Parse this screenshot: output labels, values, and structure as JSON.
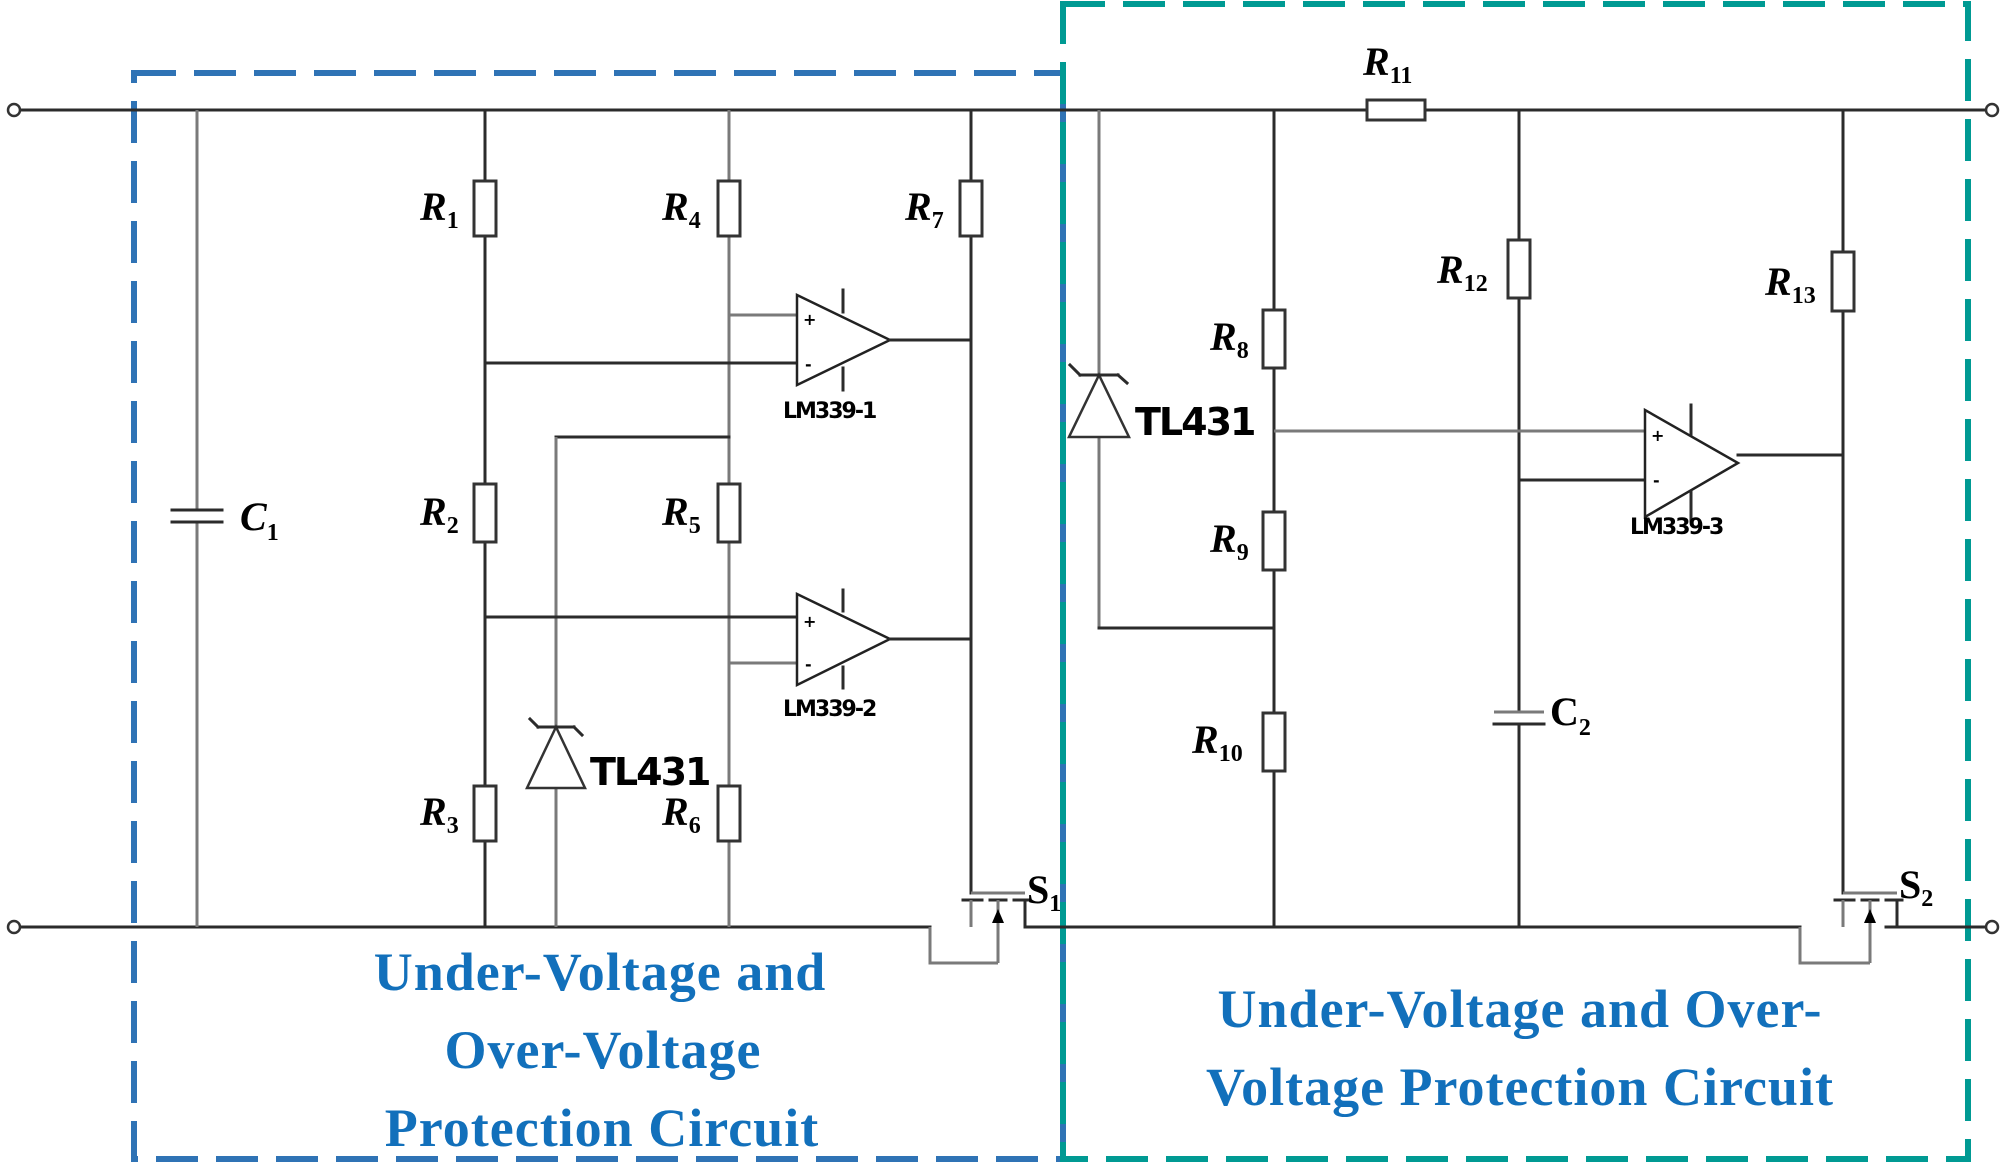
{
  "figure": {
    "type": "circuit schematic",
    "regions": [
      {
        "id": "left",
        "color": "#2f73b5",
        "caption_lines": [
          "Under-Voltage and",
          "Over-Voltage",
          "Protection Circuit"
        ]
      },
      {
        "id": "right",
        "color": "#009a93",
        "caption_lines": [
          "Under-Voltage and Over-",
          "Voltage Protection Circuit"
        ]
      }
    ],
    "caption_color": "#1270bb"
  },
  "components": {
    "capacitors": [
      {
        "id": "C1",
        "letter": "C",
        "sub": "1"
      },
      {
        "id": "C2",
        "letter": "C",
        "sub": "2"
      }
    ],
    "resistors": [
      {
        "id": "R1",
        "letter": "R",
        "sub": "1"
      },
      {
        "id": "R2",
        "letter": "R",
        "sub": "2"
      },
      {
        "id": "R3",
        "letter": "R",
        "sub": "3"
      },
      {
        "id": "R4",
        "letter": "R",
        "sub": "4"
      },
      {
        "id": "R5",
        "letter": "R",
        "sub": "5"
      },
      {
        "id": "R6",
        "letter": "R",
        "sub": "6"
      },
      {
        "id": "R7",
        "letter": "R",
        "sub": "7"
      },
      {
        "id": "R8",
        "letter": "R",
        "sub": "8"
      },
      {
        "id": "R9",
        "letter": "R",
        "sub": "9"
      },
      {
        "id": "R10",
        "letter": "R",
        "sub": "10"
      },
      {
        "id": "R11",
        "letter": "R",
        "sub": "11"
      },
      {
        "id": "R12",
        "letter": "R",
        "sub": "12"
      },
      {
        "id": "R13",
        "letter": "R",
        "sub": "13"
      }
    ],
    "comparators": [
      {
        "id": "U1",
        "label": "LM339-1",
        "plus": "+",
        "minus": "-"
      },
      {
        "id": "U2",
        "label": "LM339-2",
        "plus": "+",
        "minus": "-"
      },
      {
        "id": "U3",
        "label": "LM339-3",
        "plus": "+",
        "minus": "-"
      }
    ],
    "references": [
      {
        "id": "D1",
        "label": "TL431"
      },
      {
        "id": "D2",
        "label": "TL431"
      }
    ],
    "switches": [
      {
        "id": "S1",
        "letter": "S",
        "sub": "1"
      },
      {
        "id": "S2",
        "letter": "S",
        "sub": "2"
      }
    ]
  }
}
